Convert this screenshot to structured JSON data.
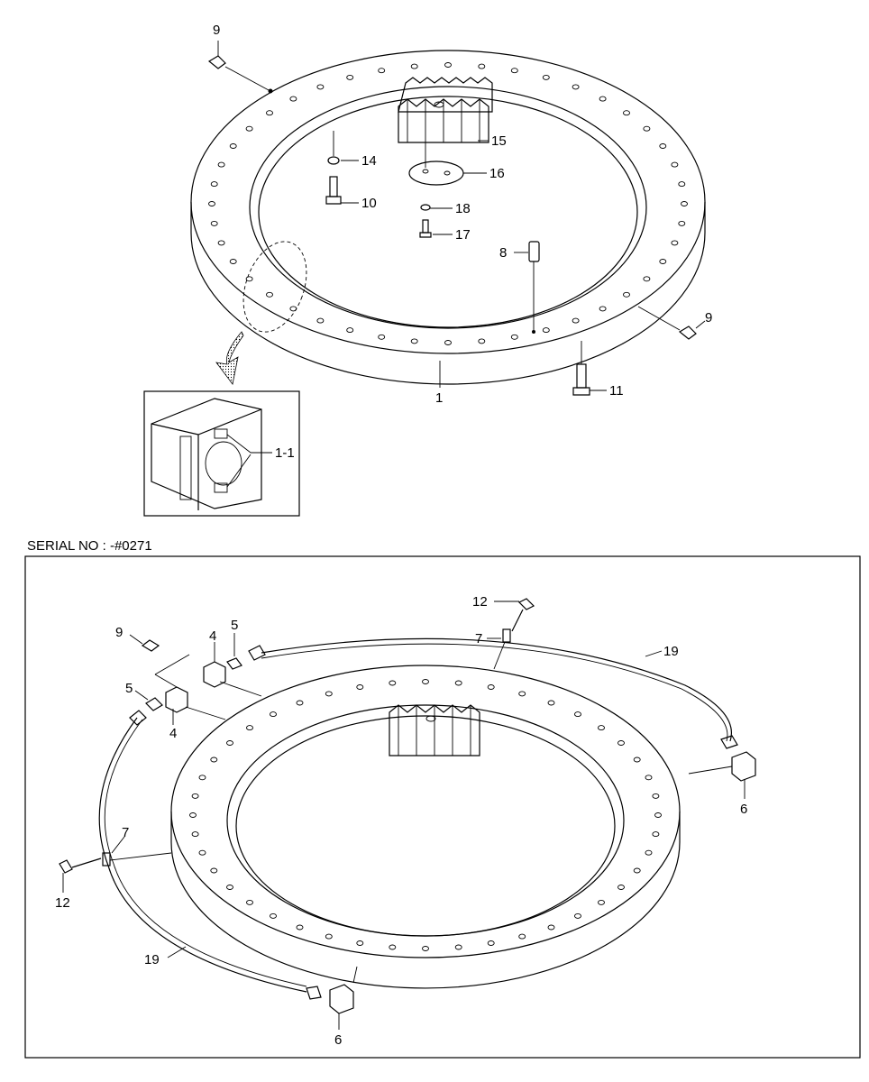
{
  "serial_label": "SERIAL NO : -#0271",
  "labels": {
    "top": [
      "9",
      "15",
      "14",
      "16",
      "10",
      "18",
      "17",
      "8",
      "9",
      "11",
      "1",
      "1-1"
    ],
    "bottom": [
      "12",
      "7",
      "19",
      "9",
      "4",
      "5",
      "5",
      "4",
      "6",
      "7",
      "12",
      "19",
      "6"
    ]
  }
}
